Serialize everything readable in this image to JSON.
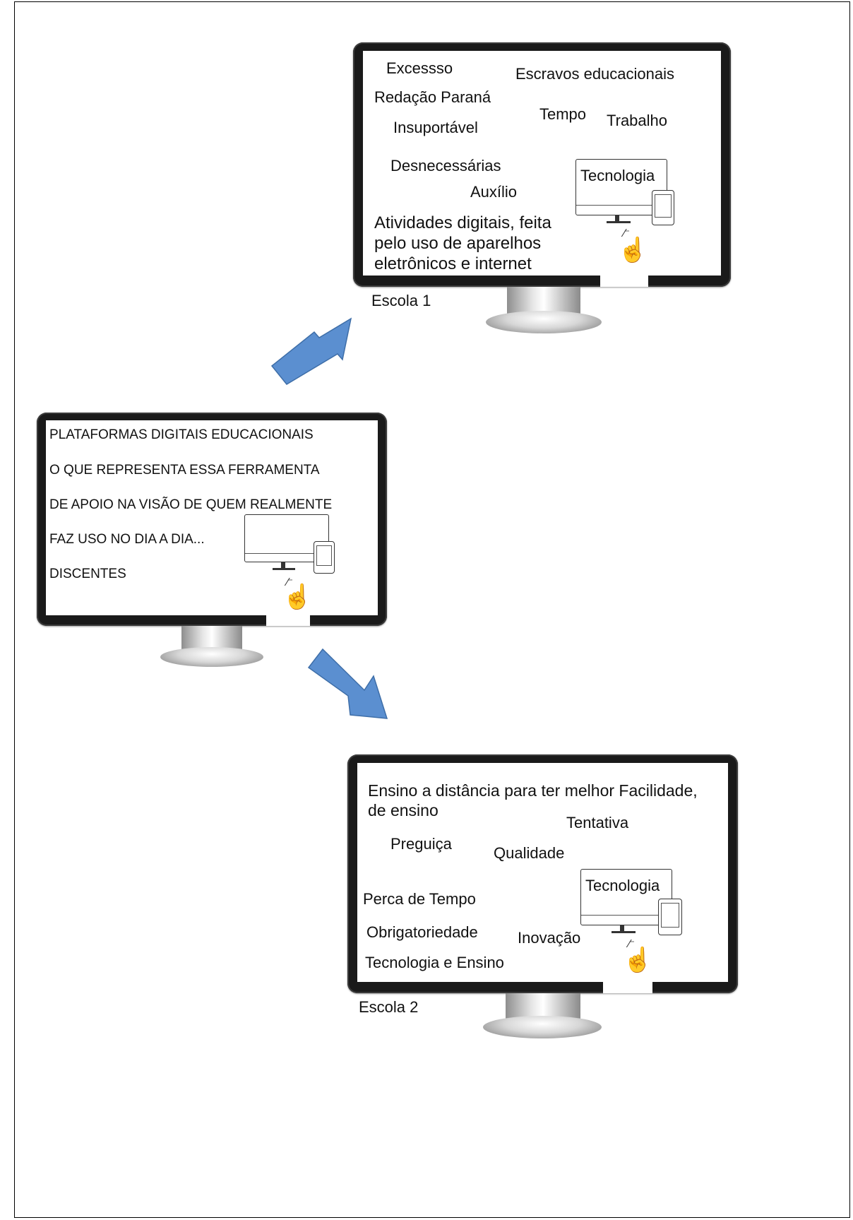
{
  "center": {
    "lines": [
      "PLATAFORMAS DIGITAIS  EDUCACIONAIS",
      "O QUE REPRESENTA ESSA FERRAMENTA",
      "DE APOIO NA VISÃO DE QUEM REALMENTE",
      "FAZ USO NO DIA A DIA...",
      "DISCENTES"
    ]
  },
  "escola1": {
    "caption": "Escola 1",
    "words": [
      "Excessso",
      "Escravos educacionais",
      "Redação Paraná",
      "Tempo",
      "Trabalho",
      "Insuportável",
      "Desnecessárias",
      "Auxílio"
    ],
    "paragraph": [
      "Atividades digitais, feita",
      "pelo uso de aparelhos",
      "eletrônicos e internet"
    ],
    "device_label": "Tecnologia"
  },
  "escola2": {
    "caption": "Escola 2",
    "words": [
      "Tentativa",
      "Preguiça",
      "Qualidade",
      "Perca de Tempo",
      "Obrigatoriedade",
      "Inovação",
      "Tecnologia e Ensino"
    ],
    "paragraph": [
      "Ensino a distância para ter melhor Facilidade,",
      "de ensino"
    ],
    "device_label": "Tecnologia"
  },
  "arrow_color": "#5b8fd0",
  "icons": [
    "desktop-monitor-icon",
    "tablet-icon",
    "pointing-hand-icon"
  ]
}
